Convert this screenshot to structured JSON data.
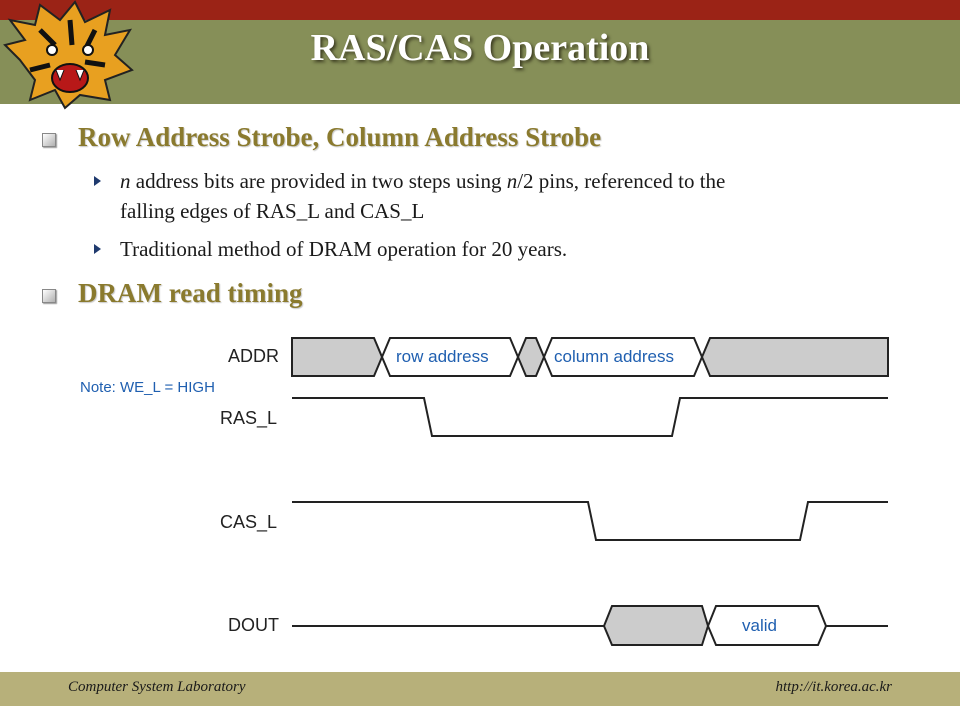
{
  "slide": {
    "title": "RAS/CAS Operation",
    "bullets": [
      {
        "text": "Row Address Strobe, Column Address Strobe",
        "subs": [
          {
            "pre": "",
            "italic1": "n",
            "mid": " address bits are provided in two steps using ",
            "italic2": "n",
            "post": "/2 pins, referenced to the",
            "line2": "falling edges of RAS_L and CAS_L"
          },
          {
            "text": "Traditional method of DRAM operation for 20 years."
          }
        ]
      },
      {
        "text": "DRAM read timing"
      }
    ]
  },
  "timing_diagram": {
    "signals": [
      "ADDR",
      "RAS_L",
      "CAS_L",
      "DOUT"
    ],
    "note": "Note: WE_L = HIGH",
    "addr_labels": [
      "row address",
      "column address"
    ],
    "dout_label": "valid",
    "colors": {
      "invalid_fill": "#cccccc",
      "label_blue": "#1f5fb0",
      "trace": "#222222"
    }
  },
  "footer": {
    "left": "Computer System Laboratory",
    "right": "http://it.korea.ac.kr"
  },
  "theme": {
    "title_band": "#868f58",
    "top_band": "#9b2316",
    "heading_color": "#8a7a2e"
  }
}
